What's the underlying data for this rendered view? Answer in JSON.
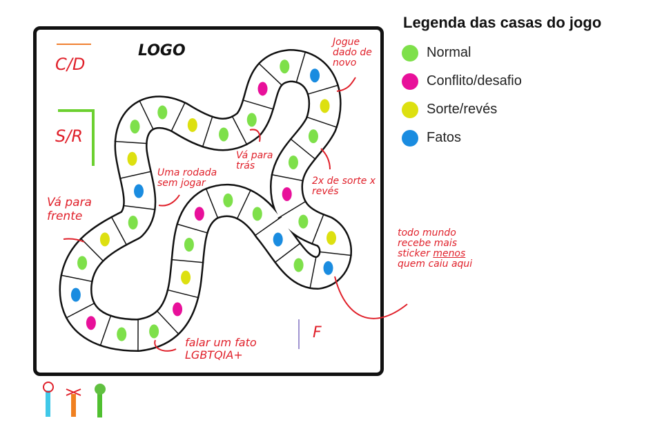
{
  "legend": {
    "title": "Legenda das casas do jogo",
    "items": [
      {
        "label": "Normal",
        "color": "#7ee04a"
      },
      {
        "label": "Conflito/desafio",
        "color": "#e8109a"
      },
      {
        "label": "Sorte/revés",
        "color": "#dde010"
      },
      {
        "label": "Fatos",
        "color": "#1a8ce0"
      }
    ]
  },
  "board": {
    "logo": "LOGO",
    "cd_label": "C/D",
    "sr_label": "S/R",
    "flag_label": "F",
    "spaces": [
      "normal",
      "conflito",
      "fatos",
      "normal",
      "sorte",
      "normal",
      "fatos",
      "sorte",
      "normal",
      "normal",
      "sorte",
      "normal",
      "normal",
      "conflito",
      "normal",
      "fatos",
      "sorte",
      "normal",
      "normal",
      "conflito",
      "normal",
      "sorte",
      "fatos",
      "normal",
      "fatos",
      "normal",
      "normal",
      "conflito",
      "normal",
      "sorte",
      "conflito",
      "normal"
    ],
    "notes": {
      "jogue": "Jogue dado de novo",
      "va_tras": "Vá para trás",
      "rodada": "Uma rodada sem jogar",
      "dois_x": "2x de sorte x revés",
      "va_frente": "Vá para frente",
      "todo_mundo": "todo mundo recebe mais sticker",
      "menos": "menos",
      "quem": "quem caiu aqui",
      "falar": "falar um fato LGBTQIA+"
    }
  }
}
